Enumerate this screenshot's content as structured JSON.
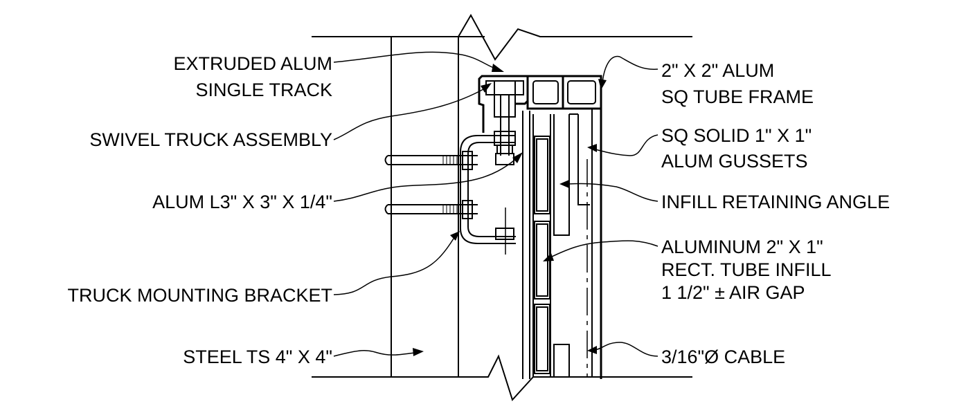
{
  "labels": {
    "extruded_alum": [
      "EXTRUDED ALUM",
      "SINGLE TRACK"
    ],
    "swivel_truck": [
      "SWIVEL TRUCK ASSEMBLY"
    ],
    "alum_angle": [
      "ALUM L3\" X 3\" X 1/4\""
    ],
    "truck_bracket": [
      "TRUCK MOUNTING BRACKET"
    ],
    "steel_ts": [
      "STEEL TS 4\" X 4\""
    ],
    "tube_frame": [
      "2\" X 2\" ALUM",
      "SQ TUBE FRAME"
    ],
    "gussets": [
      "SQ SOLID 1\" X 1\"",
      "ALUM GUSSETS"
    ],
    "retaining_angle": [
      "INFILL RETAINING ANGLE"
    ],
    "infill": [
      "ALUMINUM 2\" X 1\"",
      "RECT. TUBE INFILL",
      "1 1/2\" ± AIR GAP"
    ],
    "cable": [
      "3/16\"Ø CABLE"
    ]
  }
}
